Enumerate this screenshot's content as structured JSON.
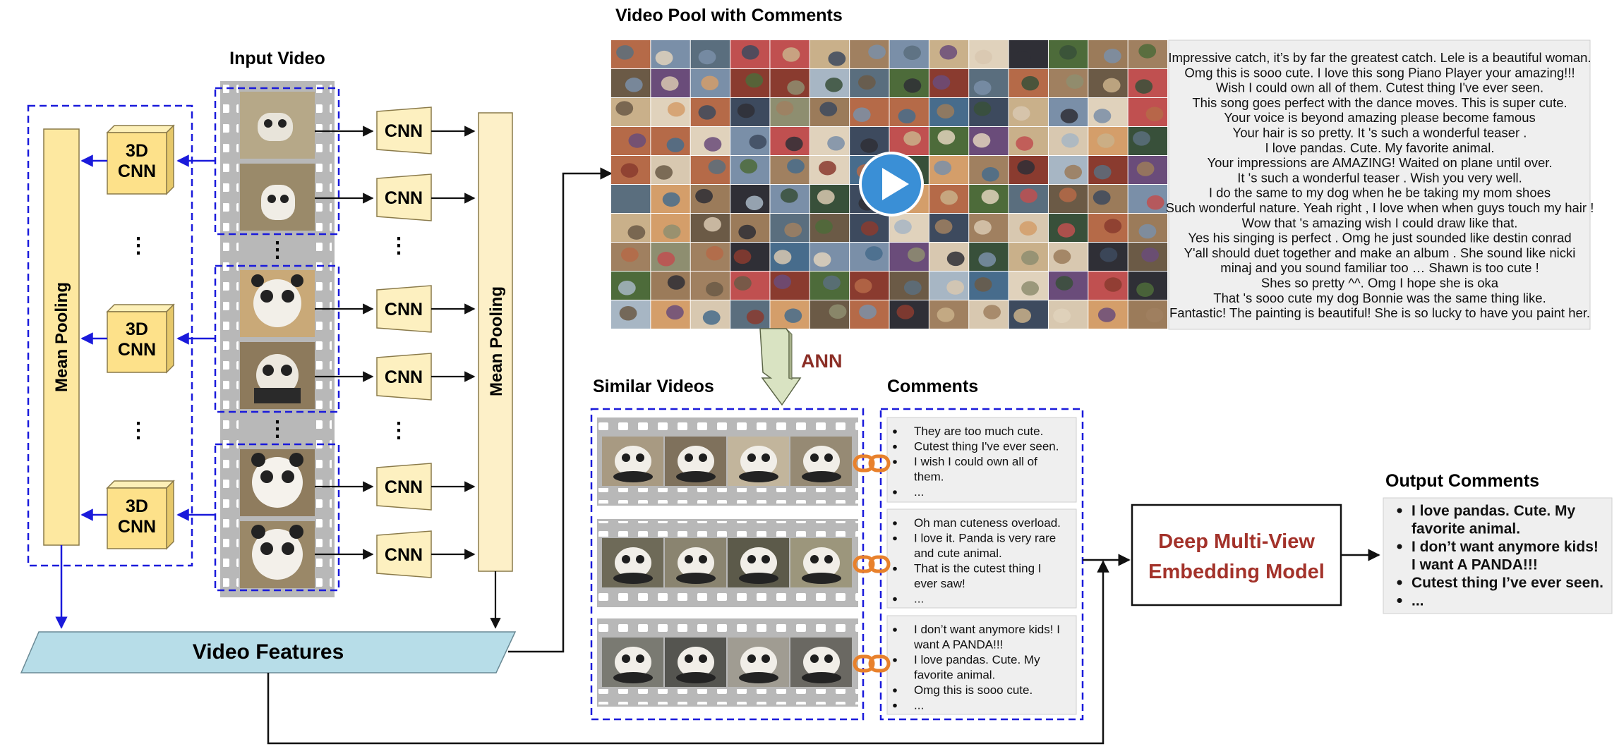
{
  "titles": {
    "input_video": "Input Video",
    "video_pool": "Video Pool with Comments",
    "similar_videos": "Similar Videos",
    "comments": "Comments",
    "output_comments": "Output Comments"
  },
  "labels": {
    "cnn": "CNN",
    "cnn3d_line1": "3D",
    "cnn3d_line2": "CNN",
    "mean_pooling": "Mean Pooling",
    "video_features": "Video Features",
    "ann": "ANN",
    "model_line1": "Deep Multi-View",
    "model_line2": "Embedding Model",
    "ellipsis_v": "⋮"
  },
  "pool_comments": [
    "Impressive catch, it’s by far the greatest catch. Lele is a beautiful woman.",
    "Omg this is sooo cute.        I love this song Piano Player your amazing!!!",
    "Wish I could own all of them.        Cutest thing I've ever seen.",
    "This song goes perfect with the dance moves.      This is super cute.",
    "Your voice is beyond amazing please become famous",
    "Your hair is so pretty.               It 's such a wonderful teaser .",
    "I love pandas. Cute. My favorite animal.",
    "Your impressions are AMAZING!              Waited on plane until over.",
    "It 's such a wonderful teaser . Wish you very well.",
    "I do the same to my dog when he be taking my mom shoes",
    "Such wonderful nature. Yeah right , I love when when guys touch my hair !",
    "Wow that 's amazing wish I could draw like that.",
    "Yes his singing is perfect .    Omg he just sounded like destin conrad",
    "Y'all should duet together and make an album . She sound like nicki",
    "minaj and you sound familiar too …          Shawn is too cute !",
    "Shes so pretty ^^.                 Omg I hope she is oka",
    "That 's sooo cute my dog Bonnie was the same thing like.",
    "Fantastic! The painting is beautiful! She is so lucky to have you paint her."
  ],
  "comment_groups": [
    [
      "They are too much cute.",
      "Cutest thing I've ever seen.",
      "I wish I could own all of|them.",
      "..."
    ],
    [
      "Oh man cuteness overload.",
      "I love it. Panda is very rare|and cute animal.",
      "That is the cutest thing I|ever saw!",
      "..."
    ],
    [
      "I don’t want anymore kids! I|want A PANDA!!!",
      "I love pandas. Cute. My|favorite animal.",
      "Omg this is sooo cute.",
      "..."
    ]
  ],
  "output_comments": [
    "I love pandas. Cute. My|favorite animal.",
    "I don’t want anymore kids!|I want A PANDA!!!",
    "Cutest thing I’ve ever seen.",
    "..."
  ],
  "colors": {
    "dashed_border": "#1a1adb",
    "blue_arrow": "#1a1adb",
    "cnn_fill": "#fdf0c0",
    "pooling_fill": "#fde8a0",
    "cube_fill": "#fde18a",
    "features_fill": "#b7dde8",
    "ann_text": "#8b2e26",
    "model_text": "#a3322a",
    "film_gray": "#b8b8b8",
    "link_orange": "#e8812c"
  }
}
